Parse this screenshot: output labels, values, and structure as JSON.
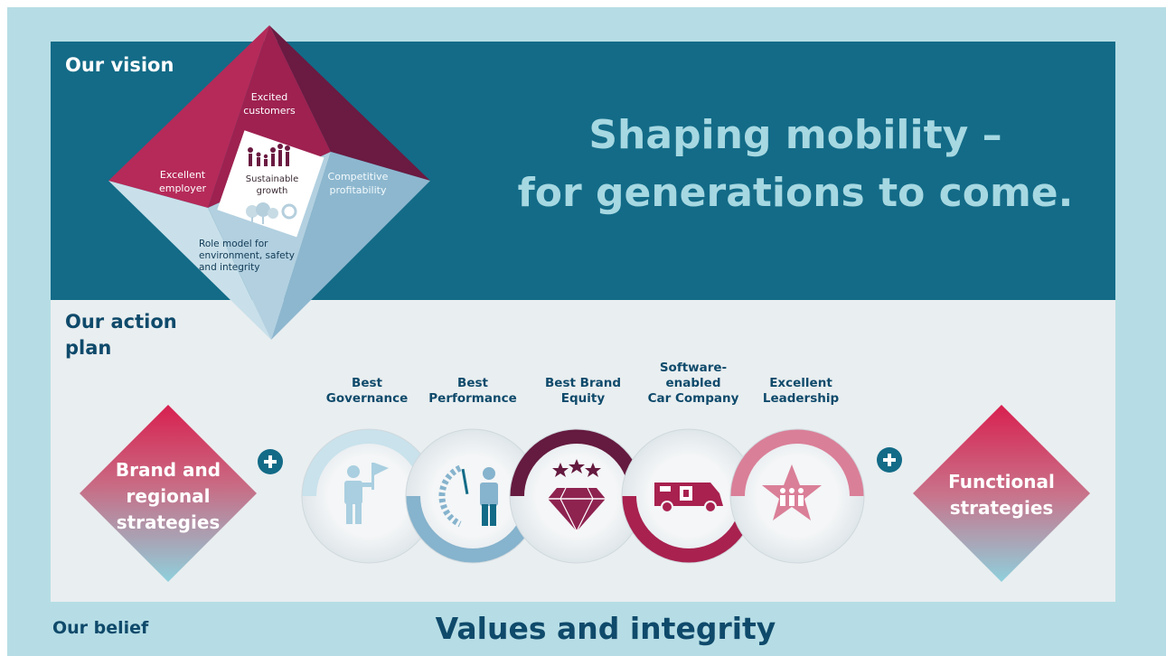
{
  "sections": {
    "vision_label": "Our vision",
    "action_plan_label": "Our action plan",
    "belief_label": "Our belief"
  },
  "headline": {
    "line1": "Shaping mobility –",
    "line2": "for generations to come."
  },
  "vision_diamond": {
    "top": "Excited customers",
    "left": "Excellent employer",
    "right": "Competitive profitability",
    "center": "Sustainable growth",
    "bottom_lines": [
      "Role model for",
      "environment, safety",
      "and integrity"
    ]
  },
  "action_plan": {
    "left_strategy_lines": [
      "Brand and",
      "regional",
      "strategies"
    ],
    "right_strategy_lines": [
      "Functional",
      "strategies"
    ],
    "pillars": [
      {
        "lines": [
          "Best",
          "Governance"
        ],
        "icon": "person-flag-icon"
      },
      {
        "lines": [
          "Best",
          "Performance"
        ],
        "icon": "performance-gauge-icon"
      },
      {
        "lines": [
          "Best Brand",
          "Equity"
        ],
        "icon": "diamond-stars-icon"
      },
      {
        "lines": [
          "Software-",
          "enabled",
          "Car Company"
        ],
        "icon": "car-chip-icon"
      },
      {
        "lines": [
          "Excellent",
          "Leadership"
        ],
        "icon": "star-people-icon"
      }
    ]
  },
  "belief": {
    "values": "Values and integrity"
  },
  "colors": {
    "frame": "#b6dde5",
    "vision_panel": "#136b87",
    "plan_panel": "#e9eef0",
    "crimson": "#a8214f",
    "dark_crimson": "#661b3e",
    "light_blue": "#a9cfe0",
    "steel_blue": "#7ea9c4",
    "navy_text": "#0f4a6b"
  }
}
